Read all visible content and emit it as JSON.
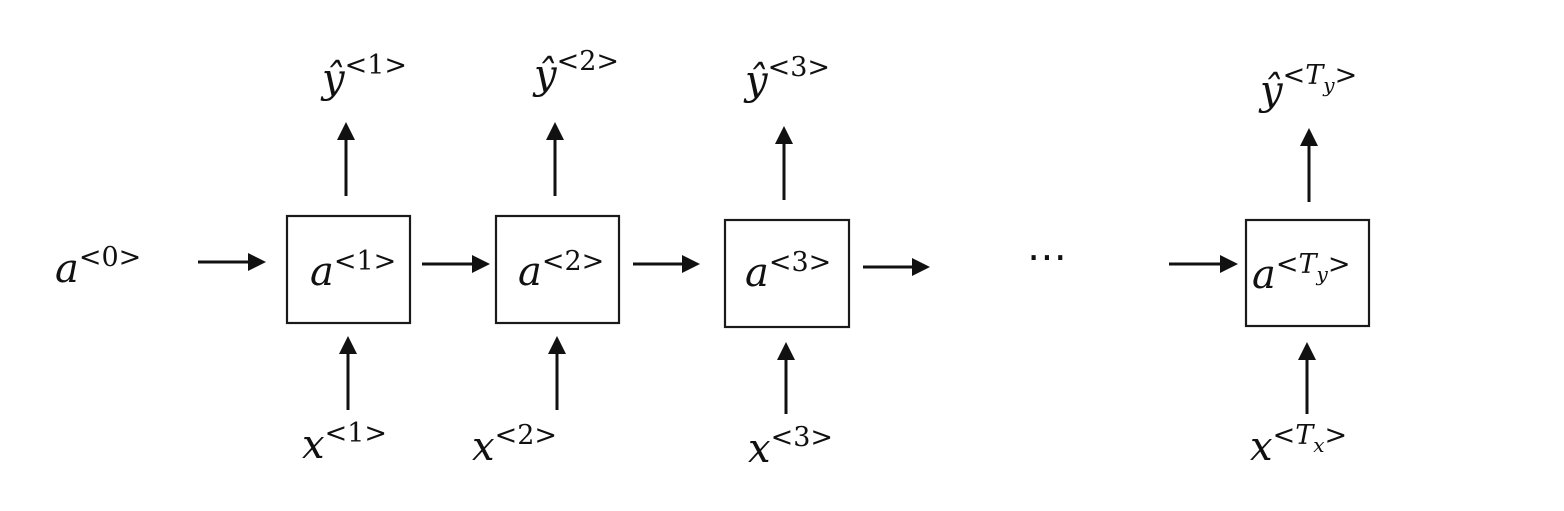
{
  "diagram": {
    "initial_state": {
      "base": "a",
      "index": "0"
    },
    "ellipsis": "⋯",
    "cells": [
      {
        "state": {
          "base": "a",
          "index": "1"
        },
        "input": {
          "base": "x",
          "index": "1"
        },
        "output": {
          "base": "ŷ",
          "index": "1"
        }
      },
      {
        "state": {
          "base": "a",
          "index": "2"
        },
        "input": {
          "base": "x",
          "index": "2"
        },
        "output": {
          "base": "ŷ",
          "index": "2"
        }
      },
      {
        "state": {
          "base": "a",
          "index": "3"
        },
        "input": {
          "base": "x",
          "index": "3"
        },
        "output": {
          "base": "ŷ",
          "index": "3"
        }
      },
      {
        "state": {
          "base": "a",
          "index_var": "T",
          "index_sub": "y"
        },
        "input": {
          "base": "x",
          "index_var": "T",
          "index_sub": "x"
        },
        "output": {
          "base": "ŷ",
          "index_var": "T",
          "index_sub": "y"
        }
      }
    ]
  }
}
